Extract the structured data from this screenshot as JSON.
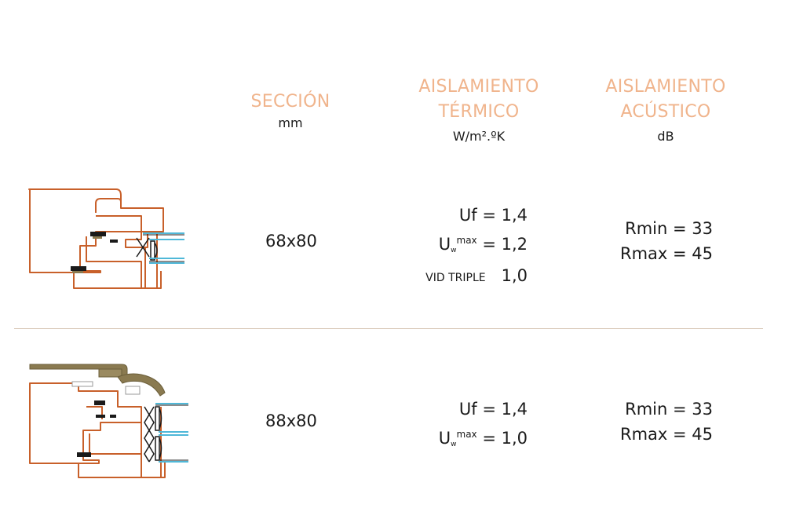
{
  "header": {
    "seccion": {
      "title": "SECCIÓN",
      "unit": "mm"
    },
    "termico": {
      "line1": "AISLAMIENTO",
      "line2": "TÉRMICO",
      "unit": "W/m².ºK"
    },
    "acustico": {
      "line1": "AISLAMIENTO",
      "line2": "ACÚSTICO",
      "unit": "dB"
    }
  },
  "rows": [
    {
      "section": "68x80",
      "uf_label": "Uf = 1,4",
      "uw_prefix": "U",
      "uw_sub": "w",
      "uw_sup": "max",
      "uw_value": " = 1,2",
      "triple_label": "VID TRIPLE",
      "triple_value": "1,0",
      "rmin": "Rmin = 33",
      "rmax": "Rmax = 45"
    },
    {
      "section": "88x80",
      "uf_label": "Uf = 1,4",
      "uw_prefix": "U",
      "uw_sub": "w",
      "uw_sup": "max",
      "uw_value": " = 1,0",
      "rmin": "Rmin = 33",
      "rmax": "Rmax = 45"
    }
  ],
  "colors": {
    "header_accent": "#f0b48c",
    "wood_profile": "#c8602a",
    "aluminium_profile": "#8a7a50",
    "glass": "#4fb8d8",
    "divider": "#d7c6b4"
  }
}
